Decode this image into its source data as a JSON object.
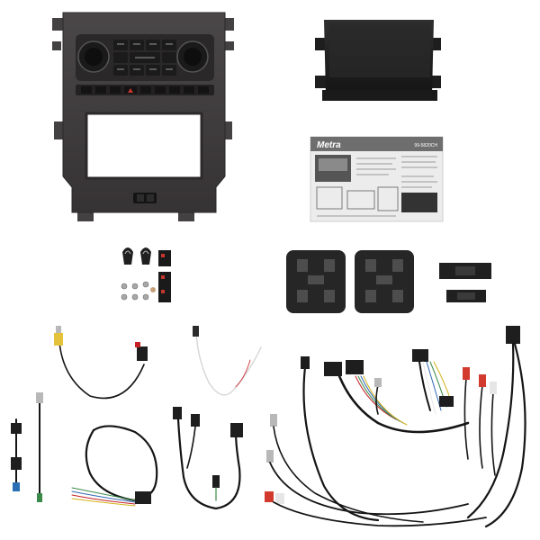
{
  "brand": {
    "logo_text": "Metra",
    "part_number": "99-5820CH"
  },
  "colors": {
    "dash_panel": "#3f3c3d",
    "dash_panel_dark": "#2c2a2b",
    "pocket": "#232323",
    "manual_paper": "#ececec",
    "wire_black": "#151515",
    "wire_red": "#c52024",
    "wire_white": "#e6e6e6",
    "wire_green": "#3b8a4a",
    "wire_yellow": "#d4b21a",
    "wire_blue": "#2f67b3",
    "rca_red": "#d23a2e",
    "rca_yellow": "#e4c23b",
    "connector_blue": "#2a6fb3"
  },
  "items": [
    {
      "name": "dash-trim-panel-with-climate-controls"
    },
    {
      "name": "storage-pocket"
    },
    {
      "name": "installation-manual"
    },
    {
      "name": "hardware-clips-and-screws"
    },
    {
      "name": "radio-mounting-brackets"
    },
    {
      "name": "usb-bracket"
    },
    {
      "name": "wiring-harnesses"
    }
  ]
}
